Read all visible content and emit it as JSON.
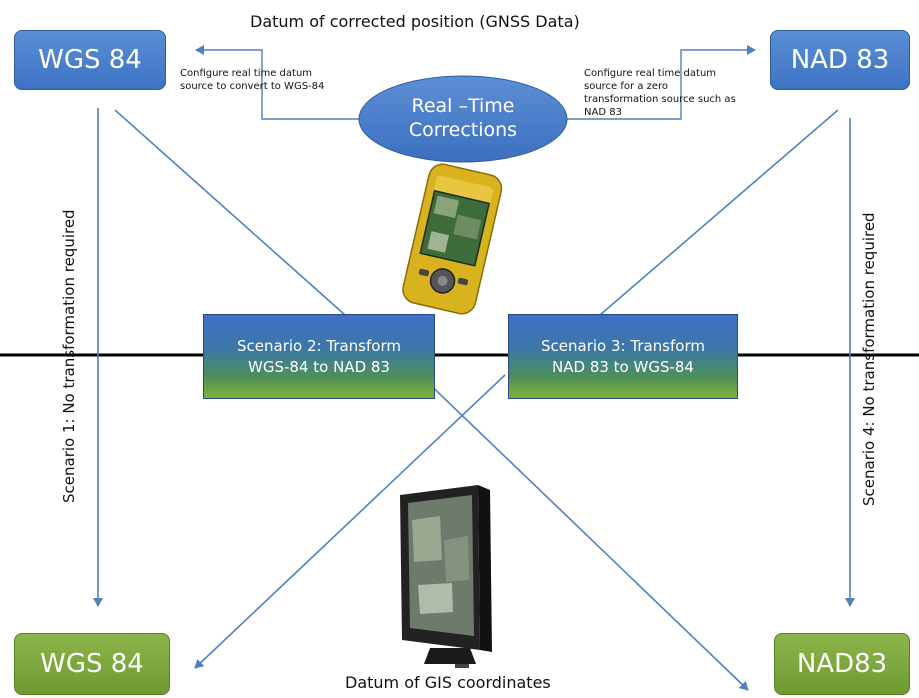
{
  "top_title": "Datum of corrected position (GNSS Data)",
  "bottom_title": "Datum of GIS coordinates",
  "boxes": {
    "wgs84_top": "WGS 84",
    "nad83_top": "NAD 83",
    "wgs84_bottom": "WGS 84",
    "nad83_bottom": "NAD83"
  },
  "center_node": {
    "line1": "Real –Time",
    "line2": "Corrections"
  },
  "notes": {
    "left": [
      "Configure real time datum",
      "source to convert to WGS-84"
    ],
    "right": [
      "Configure real time datum",
      "source for a zero",
      "transformation source such as",
      "NAD 83"
    ]
  },
  "scenarios": {
    "s1": "Scenario 1: No transformation required",
    "s2": [
      "Scenario 2: Transform",
      "WGS-84 to NAD 83"
    ],
    "s3": [
      "Scenario 3: Transform",
      "NAD 83 to WGS-84"
    ],
    "s4": "Scenario 4: No transformation required"
  },
  "images": {
    "handheld": "gps-handheld-device",
    "monitor": "gis-monitor"
  },
  "colors": {
    "blue_box": "#4a7fcb",
    "green_box": "#7aa63d",
    "line": "#4f81bd",
    "divider": "#000000"
  }
}
